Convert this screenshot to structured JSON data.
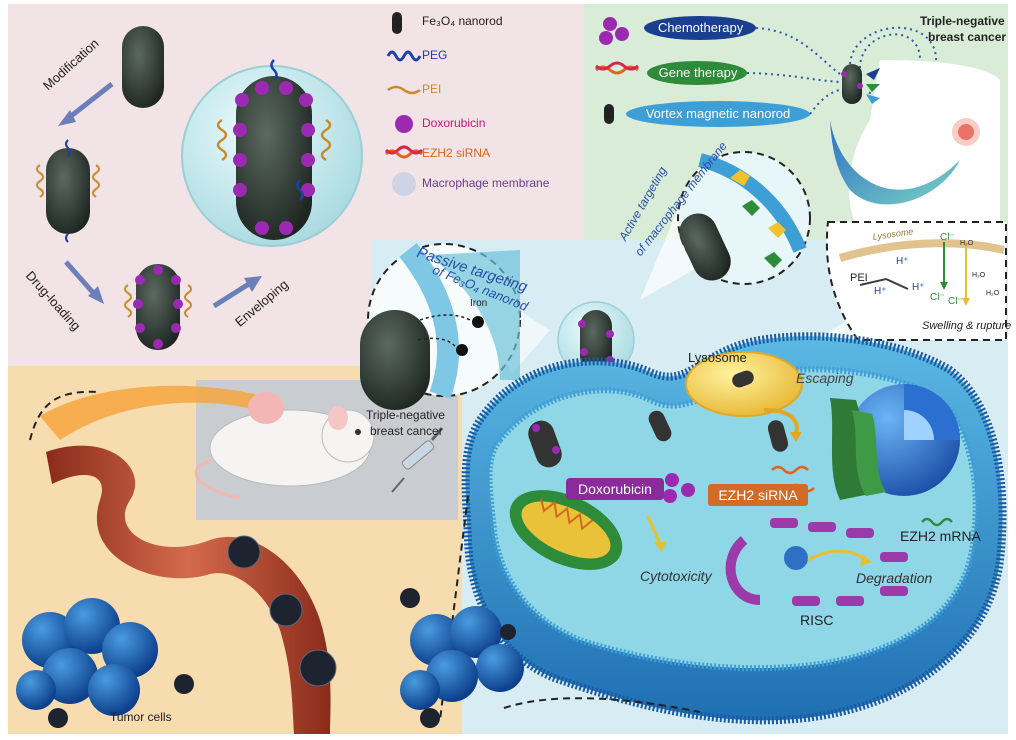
{
  "legend": {
    "items": [
      {
        "label": "Fe₃O₄ nanorod",
        "color": "#222222"
      },
      {
        "label": "PEG",
        "color": "#1f3fa8"
      },
      {
        "label": "PEI",
        "color": "#c98a2a"
      },
      {
        "label": "Doxorubicin",
        "color": "#c0187a"
      },
      {
        "label": "EZH2 siRNA",
        "color": "#e0631f"
      },
      {
        "label": "Macrophage membrane",
        "color": "#6a3c8a"
      }
    ]
  },
  "synthesis": {
    "modification": "Modification",
    "drug_loading": "Drug-loading",
    "enveloping": "Enveloping"
  },
  "therapy": {
    "chemotherapy": "Chemotherapy",
    "gene_therapy": "Gene therapy",
    "vortex": "Vortex magnetic nanorod",
    "tnbc_title_line1": "Triple-negative",
    "tnbc_title_line2": "breast cancer"
  },
  "targeting": {
    "active_line1": "Active targeting",
    "active_line2": "of macrophage membrane",
    "passive_line1": "Passive targeting",
    "passive_line2": "of Fe₃O₄ nanorod",
    "iron": "Iron"
  },
  "lysosome_inset": {
    "lysosome": "Lysosome",
    "pei": "PEI",
    "swelling": "Swelling & rupture",
    "h_plus": "H⁺",
    "cl_minus": "Cl⁻",
    "h2o": "H₂O"
  },
  "mouse_panel": {
    "line1": "Triple-negative",
    "line2": "breast cancer",
    "tumor_cells": "Tumor cells"
  },
  "cell": {
    "lysosome": "Lysosome",
    "escaping": "Escaping",
    "doxorubicin": "Doxorubicin",
    "ezh2_sirna": "EZH2 siRNA",
    "ezh2_mrna": "EZH2 mRNA",
    "cytotoxicity": "Cytotoxicity",
    "degradation": "Degradation",
    "risc": "RISC"
  }
}
